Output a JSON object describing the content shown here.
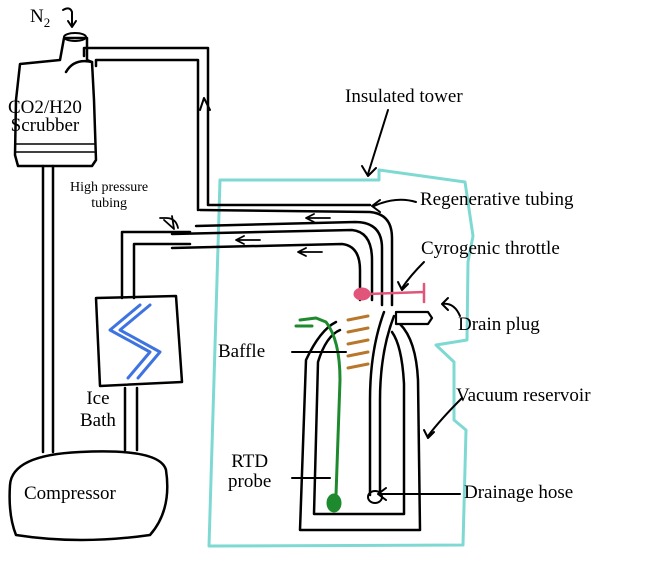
{
  "labels": {
    "n2": "N",
    "n2_sub": "2",
    "scrubber_line1": "CO2/H20",
    "scrubber_line2": "Scrubber",
    "high_pressure_line1": "High pressure",
    "high_pressure_line2": "tubing",
    "ice_bath_line1": "Ice",
    "ice_bath_line2": "Bath",
    "compressor": "Compressor",
    "insulated_tower": "Insulated tower",
    "regenerative_tubing": "Regenerative tubing",
    "cryogenic_throttle": "Cyrogenic throttle",
    "drain_plug": "Drain plug",
    "baffle": "Baffle",
    "vacuum_reservoir": "Vacuum reservoir",
    "rtd_line1": "RTD",
    "rtd_line2": "probe",
    "drainage_hose": "Drainage hose"
  },
  "colors": {
    "ink": "#000000",
    "tower_outline": "#7fd9d3",
    "throttle": "#e2557a",
    "rtd_probe": "#1e8a2e",
    "ice_bath_zigzag": "#3f74e0",
    "baffle": "#b8772b"
  }
}
